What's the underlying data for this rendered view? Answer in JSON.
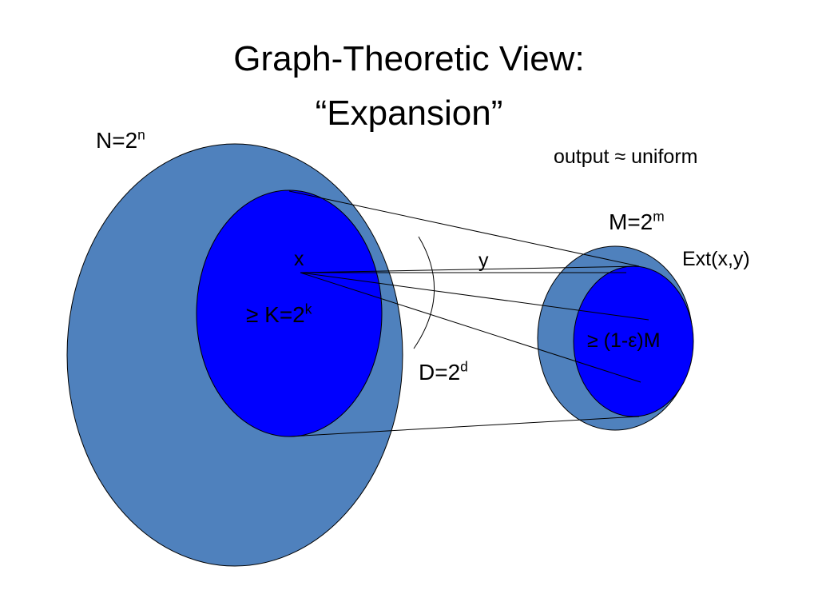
{
  "title": {
    "line1": "Graph-Theoretic View:",
    "line2": "“Expansion”"
  },
  "labels": {
    "source_set_size": {
      "base": "N=2",
      "exp": "n"
    },
    "output_note": "output ≈ uniform",
    "target_set_size": {
      "base": "M=2",
      "exp": "m"
    },
    "extractor_output": "Ext(x,y)",
    "input_vertex": "x",
    "seed": "y",
    "min_entropy_set": {
      "base": "≥ K=2",
      "exp": "k"
    },
    "degree": {
      "base": "D=2",
      "exp": "d"
    },
    "image_set": "≥ (1-ε)M"
  },
  "colors": {
    "outer_ellipse": "#4f81bd",
    "inner_ellipse": "#0000ff",
    "stroke": "#000000",
    "text": "#000000"
  }
}
